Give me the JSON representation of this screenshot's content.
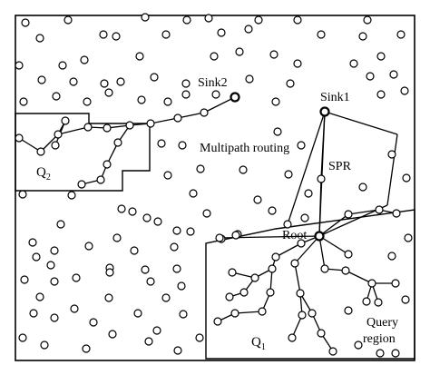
{
  "labels": {
    "sink2": "Sink2",
    "sink1": "Sink1",
    "multipath": "Multipath routing",
    "spr": "SPR",
    "root": "Root",
    "q2_main": "Q",
    "q2_sub": "2",
    "q1_main": "Q",
    "q1_sub": "1",
    "query_line1": "Query",
    "query_line2": "region"
  },
  "colors": {
    "stroke": "#000000",
    "background": "#ffffff",
    "node_fill": "#ffffff"
  }
}
